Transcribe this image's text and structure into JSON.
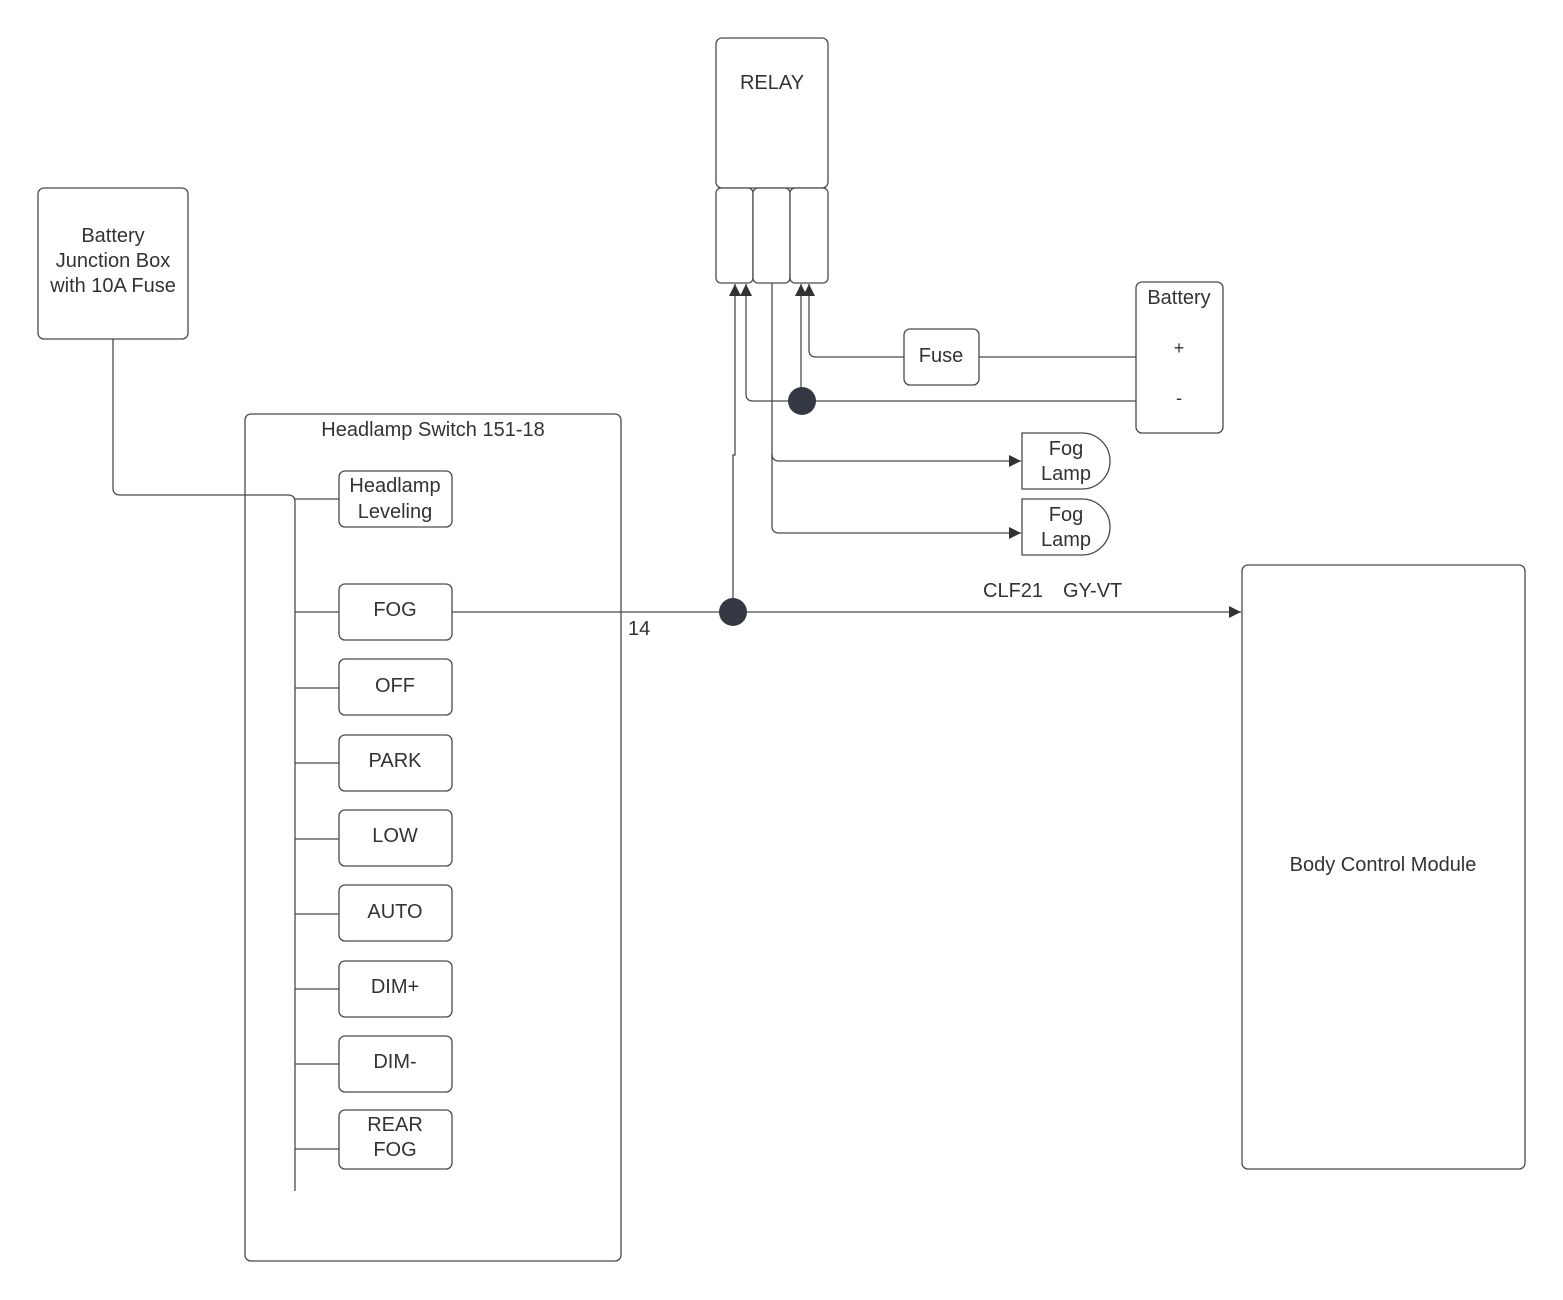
{
  "battery_junction": {
    "lines": [
      "Battery",
      "Junction Box",
      "with 10A Fuse"
    ]
  },
  "relay": {
    "label": "RELAY"
  },
  "battery": {
    "label": "Battery",
    "plus": "+",
    "minus": "-"
  },
  "fuse": {
    "label": "Fuse"
  },
  "fog_lamps": [
    {
      "lines": [
        "Fog",
        "Lamp"
      ]
    },
    {
      "lines": [
        "Fog",
        "Lamp"
      ]
    }
  ],
  "headlamp_switch": {
    "title": "Headlamp Switch 151-18",
    "positions": [
      {
        "lines": [
          "Headlamp",
          "Leveling"
        ]
      },
      {
        "lines": [
          "FOG"
        ]
      },
      {
        "lines": [
          "OFF"
        ]
      },
      {
        "lines": [
          "PARK"
        ]
      },
      {
        "lines": [
          "LOW"
        ]
      },
      {
        "lines": [
          "AUTO"
        ]
      },
      {
        "lines": [
          "DIM+"
        ]
      },
      {
        "lines": [
          "DIM-"
        ]
      },
      {
        "lines": [
          "REAR",
          "FOG"
        ]
      }
    ]
  },
  "wire_labels": {
    "pin": "14",
    "circuit": "CLF21",
    "color": "GY-VT"
  },
  "body_control_module": {
    "label": "Body Control Module"
  }
}
